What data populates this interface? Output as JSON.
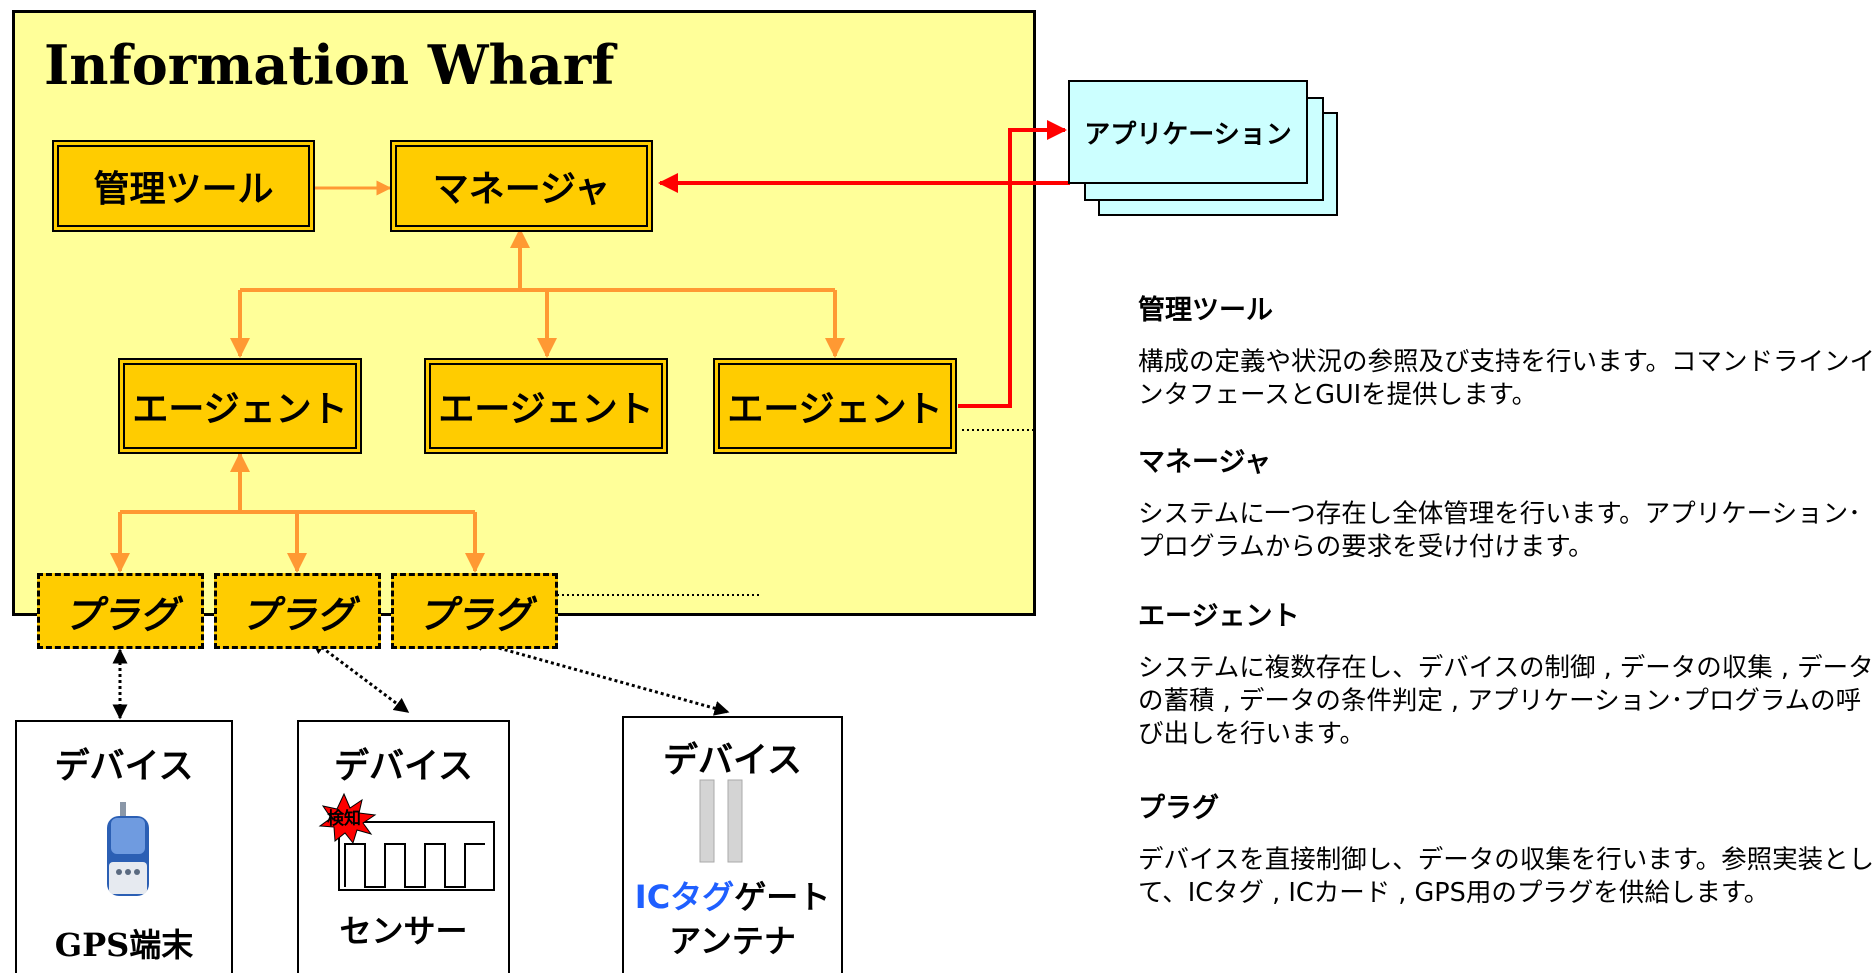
{
  "diagram": {
    "title": "Information Wharf",
    "management_tool": "管理ツール",
    "manager": "マネージャ",
    "agents": [
      "エージェント",
      "エージェント",
      "エージェント"
    ],
    "plugs": [
      "プラグ",
      "プラグ",
      "プラグ"
    ],
    "application": "アプリケーション",
    "devices": [
      {
        "title": "デバイス",
        "caption": "GPS端末",
        "icon": "gps-terminal-icon"
      },
      {
        "title": "デバイス",
        "caption": "センサー",
        "badge": "検知",
        "icon": "sensor-signal-icon"
      },
      {
        "title": "デバイス",
        "caption_line1_accent": "ICタグ",
        "caption_line1_rest": "ゲート",
        "caption_line2": "アンテナ",
        "icon": "ic-tag-gate-icon"
      }
    ],
    "colors": {
      "panel": "#ffff99",
      "box": "#ffcc00",
      "app": "#ccffff",
      "arrow_internal": "#ff9933",
      "arrow_app": "#ff0000",
      "ic_accent": "#1f5fff"
    }
  },
  "descriptions": [
    {
      "heading": "管理ツール",
      "body": "構成の定義や状況の参照及び支持を行います。コマンドラインインタフェースとGUIを提供します。"
    },
    {
      "heading": "マネージャ",
      "body": "システムに一つ存在し全体管理を行います。アプリケーション･プログラムからの要求を受け付けます。"
    },
    {
      "heading": "エージェント",
      "body": "システムに複数存在し、デバイスの制御 , データの収集 , データの蓄積 , データの条件判定 , アプリケーション･プログラムの呼び出しを行います。"
    },
    {
      "heading": "プラグ",
      "body": "デバイスを直接制御し、データの収集を行います。参照実装として、ICタグ , ICカード , GPS用のプラグを供給します。"
    }
  ]
}
